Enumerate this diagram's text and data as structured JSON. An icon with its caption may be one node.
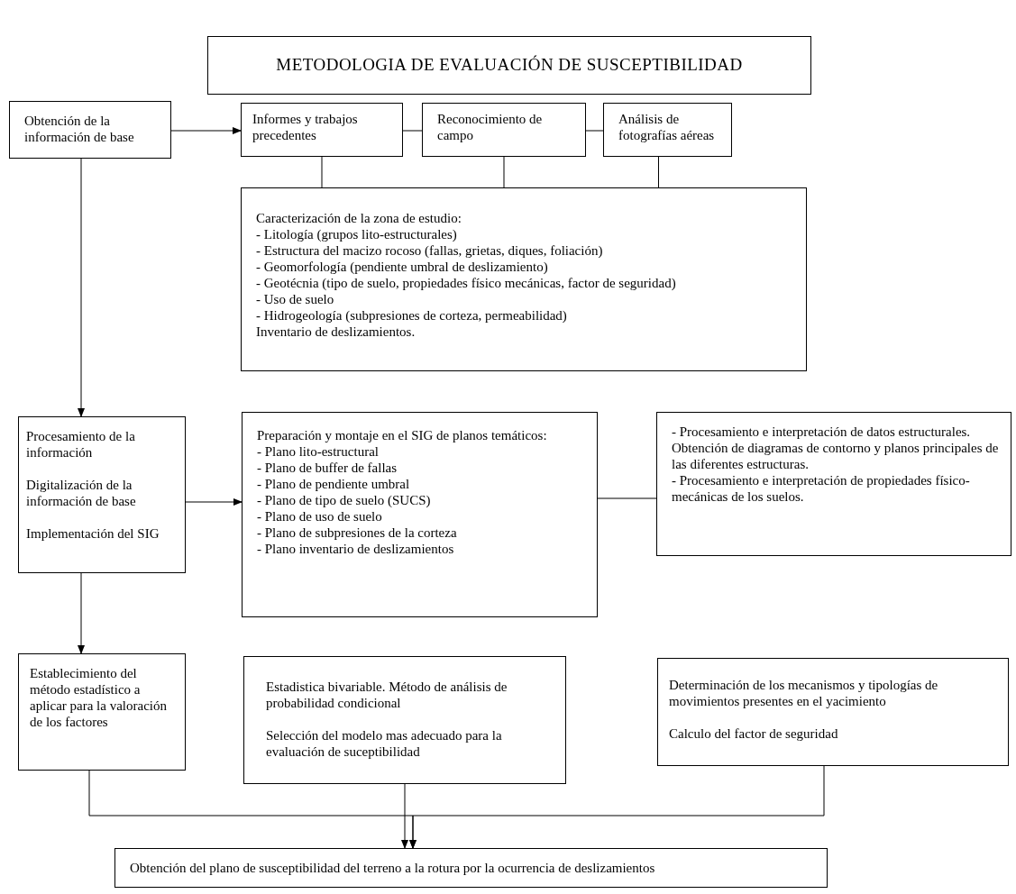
{
  "diagram": {
    "title": "METODOLOGIA DE EVALUACIÓN DE SUSCEPTIBILIDAD",
    "nodes": [
      {
        "text": [
          "Obtención de la información de base"
        ]
      },
      {
        "text": [
          "Informes y trabajos precedentes"
        ]
      },
      {
        "text": [
          "Reconocimiento de campo"
        ]
      },
      {
        "text": [
          "Análisis de fotografías aéreas"
        ]
      },
      {
        "text": [
          "Caracterización de la zona de estudio:",
          "- Litología (grupos lito-estructurales)",
          "- Estructura del macizo rocoso (fallas, grietas, diques, foliación)",
          "- Geomorfología (pendiente umbral de deslizamiento)",
          "- Geotécnia (tipo de suelo, propiedades físico mecánicas, factor de seguridad)",
          "- Uso de suelo",
          "- Hidrogeología (subpresiones de corteza, permeabilidad)",
          "Inventario de deslizamientos."
        ]
      },
      {
        "text": [
          "Procesamiento de la información",
          "Digitalización de la información de base",
          "Implementación del SIG"
        ]
      },
      {
        "text": [
          "Preparación y montaje en el SIG de planos temáticos:",
          "- Plano lito-estructural",
          "- Plano de buffer de fallas",
          "- Plano de pendiente umbral",
          "- Plano de tipo de suelo (SUCS)",
          "- Plano de uso de suelo",
          "- Plano de subpresiones de la corteza",
          "- Plano inventario de deslizamientos"
        ]
      },
      {
        "text": [
          "- Procesamiento e interpretación de datos estructurales. Obtención de diagramas de contorno y planos principales de las diferentes estructuras.",
          "- Procesamiento e interpretación de propiedades físico-mecánicas de los suelos."
        ]
      },
      {
        "text": [
          "Establecimiento del método estadístico a aplicar para la valoración de los factores"
        ]
      },
      {
        "text": [
          "Estadistica bivariable. Método de análisis de probabilidad condicional",
          "Selección del modelo mas adecuado para la evaluación de suceptibilidad"
        ]
      },
      {
        "text": [
          "Determinación de los mecanismos y tipologías de movimientos presentes en el yacimiento",
          "Calculo del factor de seguridad"
        ]
      },
      {
        "text": [
          "Obtención del plano de susceptibilidad del terreno a la rotura por la ocurrencia de deslizamientos"
        ]
      }
    ],
    "edges": [
      {
        "from": 0,
        "to": 1,
        "arrow": "to"
      },
      {
        "from": 1,
        "to": 2,
        "arrow": "none"
      },
      {
        "from": 2,
        "to": 3,
        "arrow": "none"
      },
      {
        "from": 1,
        "to": 4,
        "arrow": "none"
      },
      {
        "from": 2,
        "to": 4,
        "arrow": "none"
      },
      {
        "from": 3,
        "to": 4,
        "arrow": "none"
      },
      {
        "from": 0,
        "to": 5,
        "arrow": "to"
      },
      {
        "from": 5,
        "to": 6,
        "arrow": "to"
      },
      {
        "from": 6,
        "to": 7,
        "arrow": "none"
      },
      {
        "from": 5,
        "to": 8,
        "arrow": "to"
      },
      {
        "from": 8,
        "to": 11,
        "arrow": "to"
      },
      {
        "from": 9,
        "to": 11,
        "arrow": "to"
      },
      {
        "from": 10,
        "to": 11,
        "arrow": "to"
      }
    ]
  }
}
